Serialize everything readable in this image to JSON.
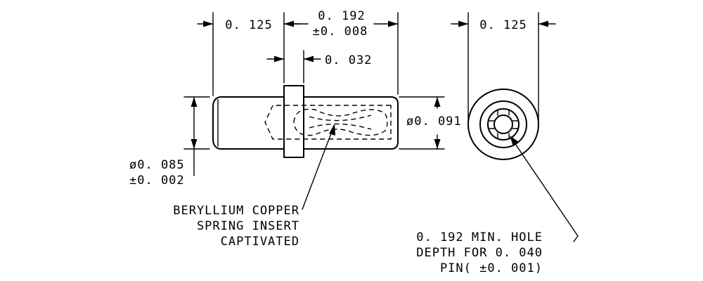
{
  "dimensions": {
    "left_length": "0. 125",
    "body_length": "0. 192",
    "body_length_tol": "±0. 008",
    "collar_width": "0. 032",
    "body_diameter": "ø0. 091",
    "tail_diameter": "ø0. 085",
    "tail_diameter_tol": "±0. 002",
    "end_view_width": "0. 125"
  },
  "notes": {
    "insert_line1": "BERYLLIUM COPPER",
    "insert_line2": "SPRING INSERT",
    "insert_line3": "CAPTIVATED",
    "hole_line1": "0. 192 MIN. HOLE",
    "hole_line2": "DEPTH FOR 0. 040",
    "hole_line3": "PIN( ±0. 001)"
  }
}
